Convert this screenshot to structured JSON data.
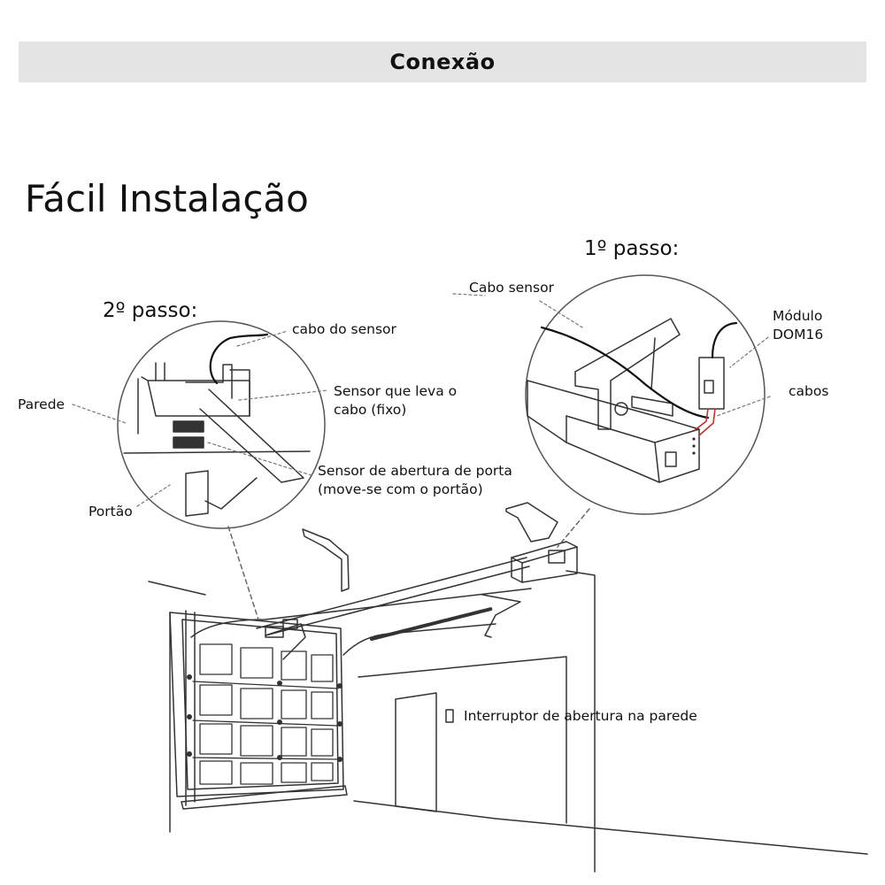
{
  "header": {
    "title": "Conexão"
  },
  "main_title": "Fácil Instalação",
  "step2": {
    "title": "2º passo:",
    "labels": {
      "sensor_cable": "cabo do sensor",
      "wall": "Parede",
      "fixed_sensor_line1": "Sensor que leva o",
      "fixed_sensor_line2": "cabo (fixo)",
      "door_sensor_line1": "Sensor de abertura de porta",
      "door_sensor_line2": "(move-se com o portão)",
      "gate": "Portão"
    }
  },
  "step1": {
    "title": "1º passo:",
    "labels": {
      "sensor_cable": "Cabo sensor",
      "module_line1": "Módulo",
      "module_line2": "DOM16",
      "cables": "cabos"
    }
  },
  "garage": {
    "wall_switch_label": "Interruptor de abertura na parede"
  }
}
